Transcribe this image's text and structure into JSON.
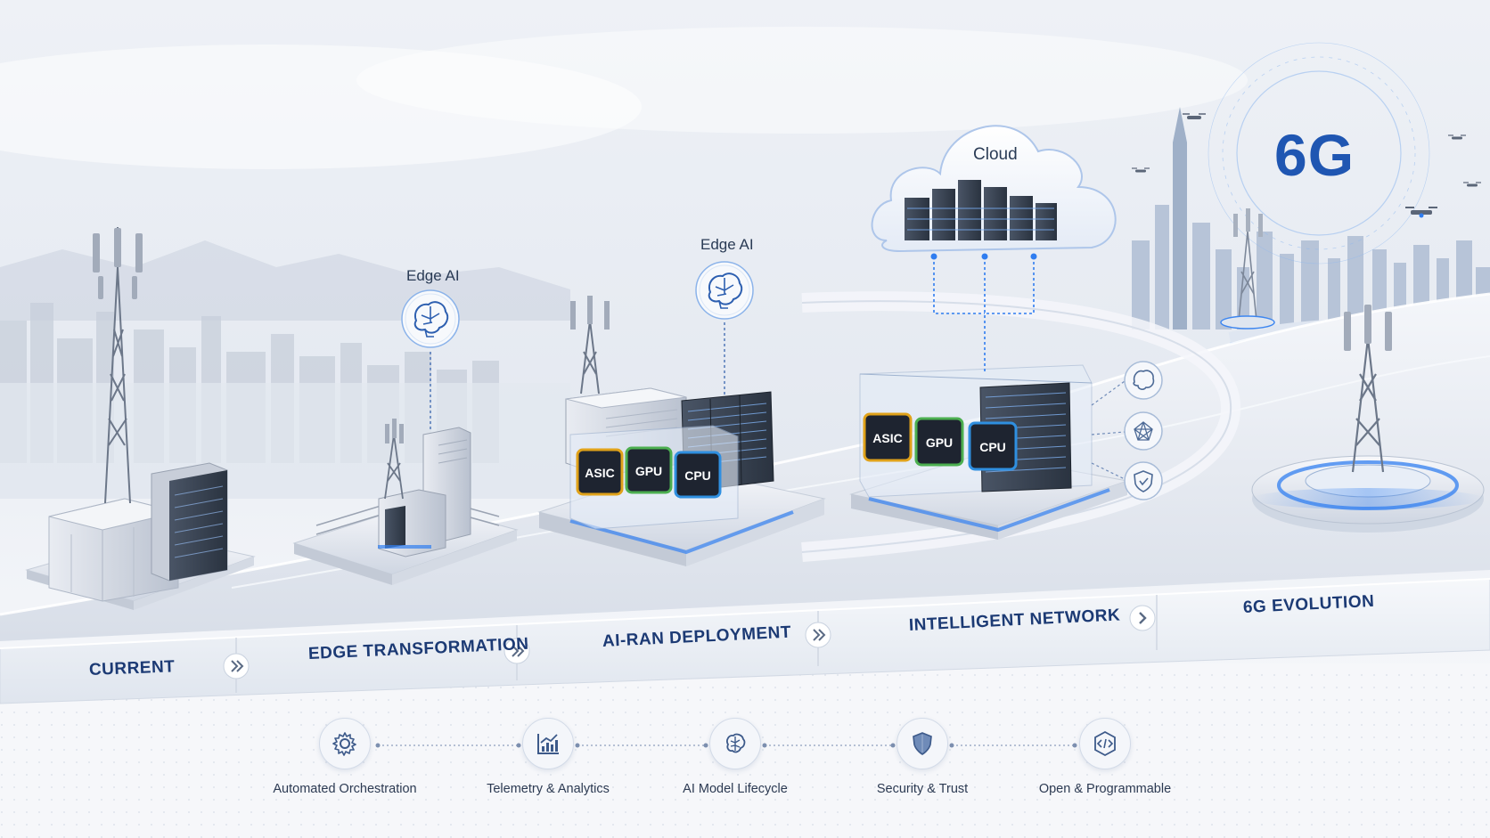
{
  "diagram": {
    "cloud_label": "Cloud",
    "edge_ai_labels": [
      "Edge AI",
      "Edge AI"
    ],
    "title_6g": "6G",
    "chips": {
      "stage3": [
        "ASIC",
        "GPU",
        "CPU"
      ],
      "stage4": [
        "ASIC",
        "GPU",
        "CPU"
      ]
    },
    "stages": [
      "CURRENT",
      "EDGE TRANSFORMATION",
      "AI-RAN DEPLOYMENT",
      "INTELLIGENT NETWORK",
      "6G EVOLUTION"
    ],
    "capabilities": [
      {
        "label": "Automated Orchestration",
        "icon": "gear-icon"
      },
      {
        "label": "Telemetry & Analytics",
        "icon": "chart-icon"
      },
      {
        "label": "AI Model Lifecycle",
        "icon": "brain-icon"
      },
      {
        "label": "Security & Trust",
        "icon": "shield-icon"
      },
      {
        "label": "Open & Programmable",
        "icon": "code-icon"
      }
    ],
    "side_icons": [
      "brain-icon",
      "network-icon",
      "shield-icon"
    ],
    "colors": {
      "accent_blue": "#1f56b2",
      "asic": "#e0a21a",
      "gpu": "#4caf50",
      "cpu": "#2f8fe0"
    }
  }
}
